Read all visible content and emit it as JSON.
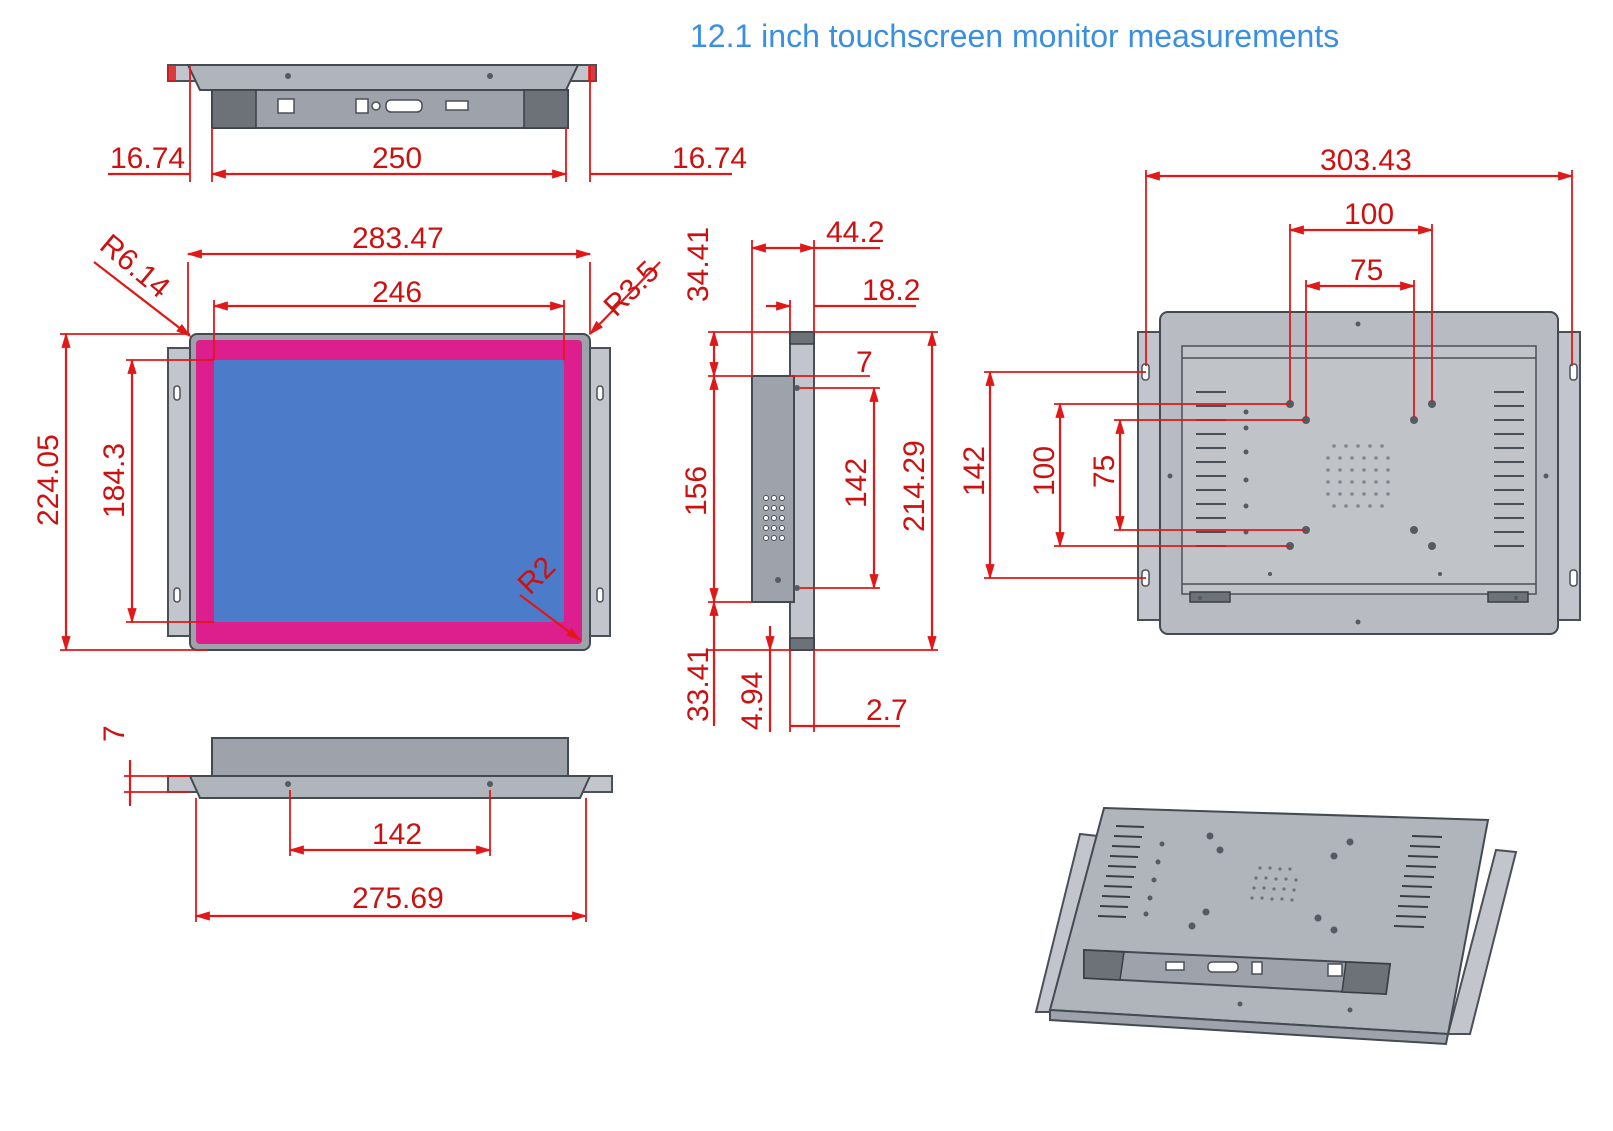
{
  "title": "12.1 inch touchscreen monitor measurements",
  "top_view": {
    "left_flange": "16.74",
    "body_width": "250",
    "right_flange": "16.74"
  },
  "front_view": {
    "outer_width": "283.47",
    "screen_width": "246",
    "outer_height": "224.05",
    "screen_height": "184.3",
    "corner_radius_outer": "R6.14",
    "corner_radius_frame": "R3.5",
    "corner_radius_screen": "R2",
    "colors": {
      "bezel": "#dc1f8c",
      "screen": "#4b7bc9",
      "frame": "#9ea3ab"
    }
  },
  "side_view": {
    "total_depth": "44.2",
    "front_depth": "18.2",
    "top_offset": "34.41",
    "lip": "7",
    "body_height": "156",
    "hole_spacing": "142",
    "total_height": "214.29",
    "bottom_offset": "33.41",
    "bottom_lip": "4.94",
    "frame_thickness": "2.7"
  },
  "bottom_view": {
    "lip": "7",
    "hole_spacing": "142",
    "width": "275.69"
  },
  "rear_view": {
    "overall_width": "303.43",
    "vesa_large": "100",
    "vesa_small": "75",
    "hole_spacing_vertical": "142",
    "vesa_large_vertical": "100",
    "vesa_small_vertical": "75"
  }
}
